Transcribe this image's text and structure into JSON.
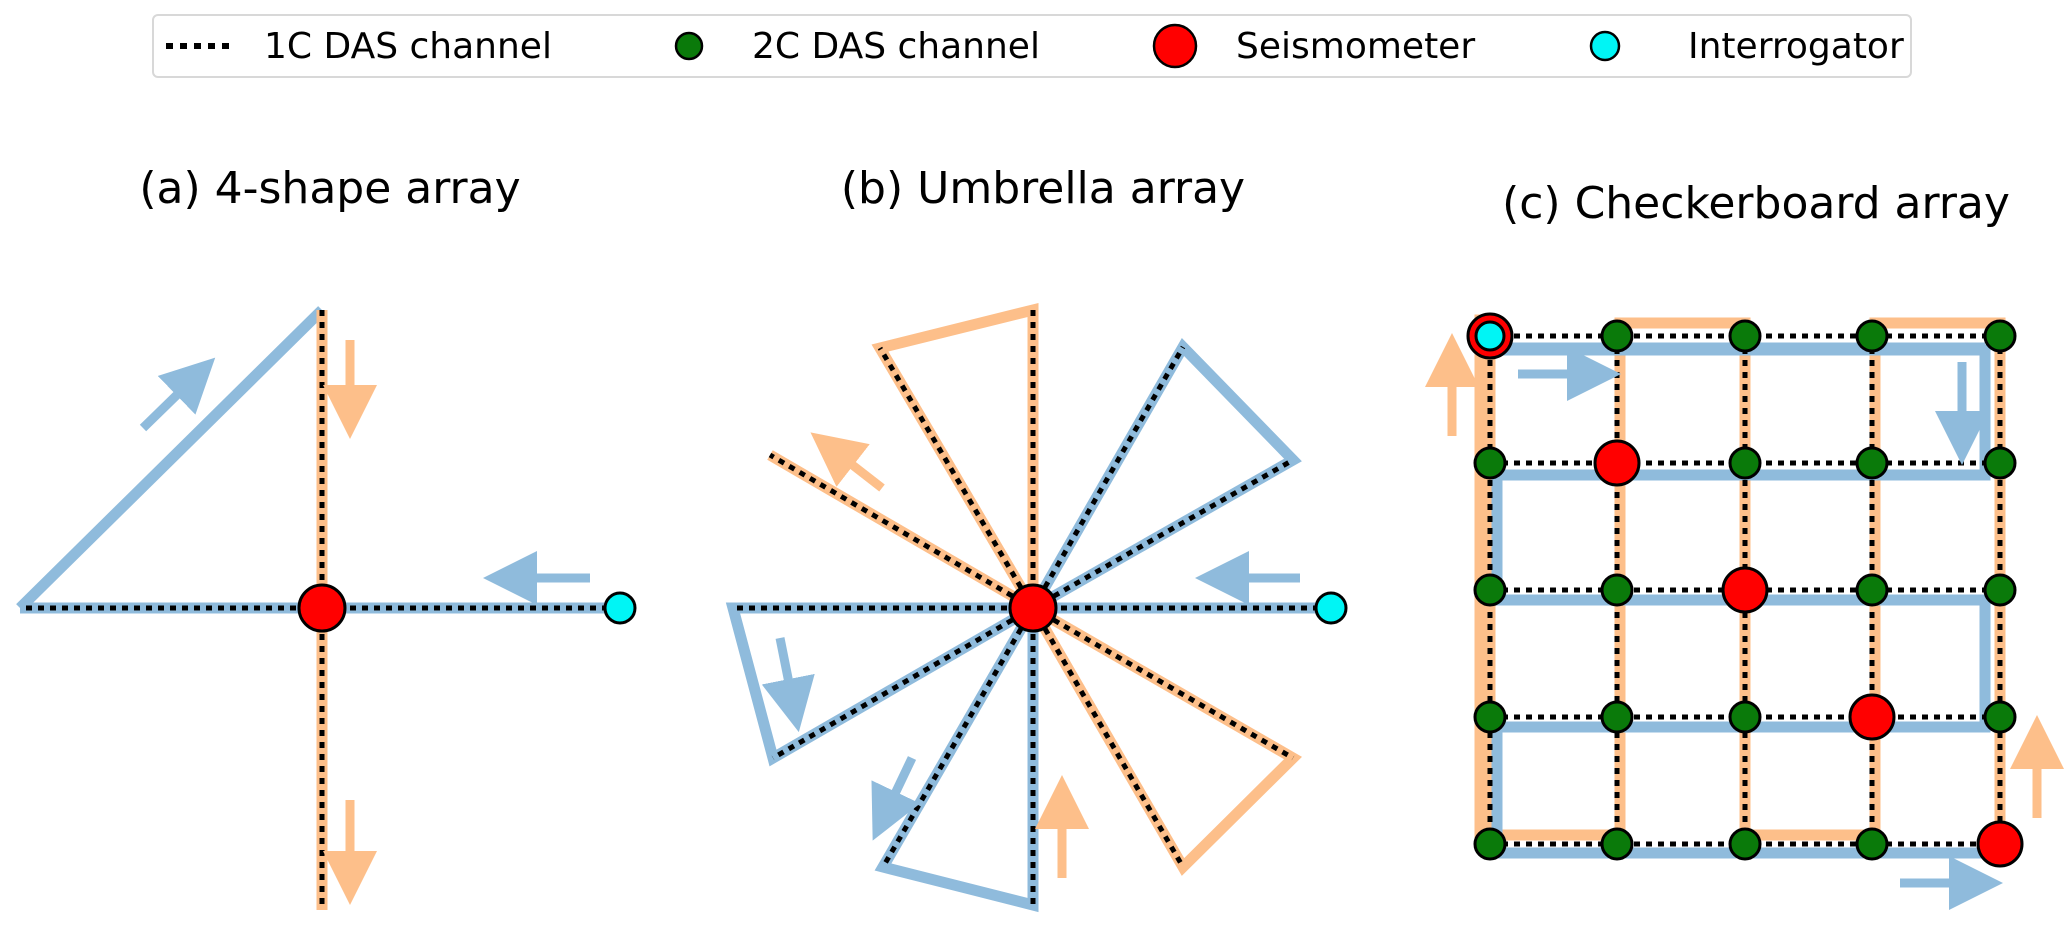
{
  "legend": {
    "items": [
      {
        "label": "1C DAS channel",
        "symbol": "dotted-line",
        "color": "#000000"
      },
      {
        "label": "2C DAS channel",
        "symbol": "circle",
        "color": "#0a7a0a"
      },
      {
        "label": "Seismometer",
        "symbol": "circle",
        "color": "#ff0000"
      },
      {
        "label": "Interrogator",
        "symbol": "circle",
        "color": "#00f5f5"
      }
    ]
  },
  "panels": [
    {
      "title": "(a) 4-shape array"
    },
    {
      "title": "(b) Umbrella array"
    },
    {
      "title": "(c) Checkerboard array"
    }
  ],
  "colors": {
    "cable_blue": "#8fbbdc",
    "cable_orange": "#fdbf8a",
    "das_dots": "#000000",
    "das_2c": "#0a7a0a",
    "seismometer": "#ff0000",
    "interrogator": "#00f5f5"
  }
}
